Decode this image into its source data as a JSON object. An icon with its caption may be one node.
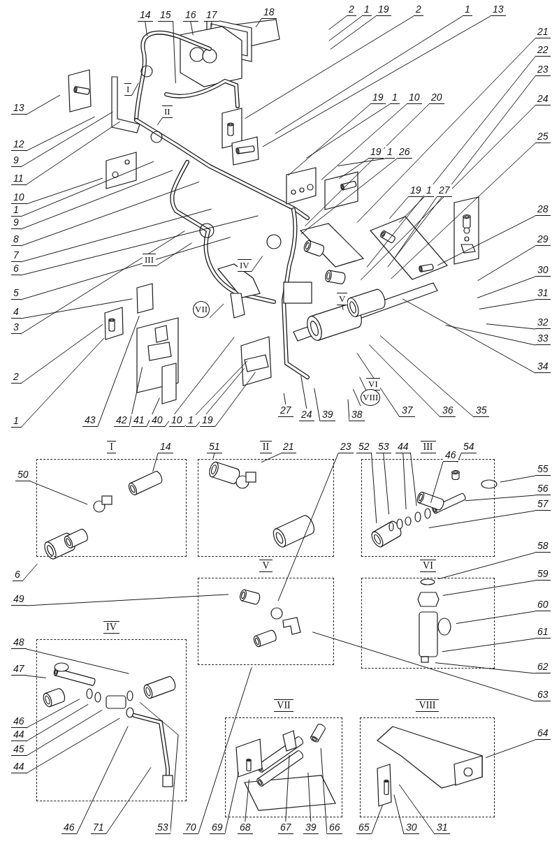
{
  "diagram": {
    "nodes": [
      {
        "text": [
          "14"
        ]
      },
      {
        "text": [
          "15"
        ]
      },
      {
        "text": [
          "16"
        ]
      },
      {
        "text": [
          "17"
        ]
      },
      {
        "text": [
          "18"
        ]
      },
      {
        "text": [
          "2"
        ]
      },
      {
        "text": [
          "1"
        ]
      },
      {
        "text": [
          "19"
        ]
      },
      {
        "text": [
          "2"
        ]
      },
      {
        "text": [
          "1"
        ]
      },
      {
        "text": [
          "13"
        ]
      },
      {
        "text": [
          "21"
        ]
      },
      {
        "text": [
          "22"
        ]
      },
      {
        "text": [
          "23"
        ]
      },
      {
        "text": [
          "24"
        ]
      },
      {
        "text": [
          "25"
        ]
      },
      {
        "text": [
          "28"
        ]
      },
      {
        "text": [
          "19"
        ]
      },
      {
        "text": [
          "1"
        ]
      },
      {
        "text": [
          "10"
        ]
      },
      {
        "text": [
          "20"
        ]
      },
      {
        "text": [
          "19"
        ]
      },
      {
        "text": [
          "1"
        ]
      },
      {
        "text": [
          "26"
        ]
      },
      {
        "text": [
          "19"
        ]
      },
      {
        "text": [
          "1"
        ]
      },
      {
        "text": [
          "27"
        ]
      },
      {
        "text": [
          "29"
        ]
      },
      {
        "text": [
          "30"
        ]
      },
      {
        "text": [
          "31"
        ]
      },
      {
        "text": [
          "32"
        ]
      },
      {
        "text": [
          "33"
        ]
      },
      {
        "text": [
          "34"
        ]
      },
      {
        "text": [
          "35"
        ]
      },
      {
        "text": [
          "36"
        ]
      },
      {
        "text": [
          "37"
        ]
      },
      {
        "text": [
          "38"
        ]
      },
      {
        "text": [
          "39"
        ]
      },
      {
        "text": [
          "24"
        ]
      },
      {
        "text": [
          "27"
        ]
      },
      {
        "text": [
          "13"
        ]
      },
      {
        "text": [
          "12"
        ]
      },
      {
        "text": [
          "9"
        ]
      },
      {
        "text": [
          "11"
        ]
      },
      {
        "text": [
          "10"
        ]
      },
      {
        "text": [
          "1"
        ]
      },
      {
        "text": [
          "9"
        ]
      },
      {
        "text": [
          "8"
        ]
      },
      {
        "text": [
          "7"
        ]
      },
      {
        "text": [
          "6"
        ]
      },
      {
        "text": [
          "5"
        ]
      },
      {
        "text": [
          "4"
        ]
      },
      {
        "text": [
          "3"
        ]
      },
      {
        "text": [
          "2"
        ]
      },
      {
        "text": [
          "1"
        ]
      },
      {
        "text": [
          "43"
        ]
      },
      {
        "text": [
          "42"
        ]
      },
      {
        "text": [
          "41"
        ]
      },
      {
        "text": [
          "40"
        ]
      },
      {
        "text": [
          "10"
        ]
      },
      {
        "text": [
          "1"
        ]
      },
      {
        "text": [
          "19"
        ]
      },
      {
        "text": [
          "I"
        ]
      },
      {
        "text": [
          "II"
        ]
      },
      {
        "text": [
          "III"
        ]
      },
      {
        "text": [
          "IV"
        ]
      },
      {
        "text": [
          "V"
        ]
      },
      {
        "text": [
          "VI"
        ]
      },
      {
        "text": [
          "VII"
        ]
      },
      {
        "text": [
          "VIII"
        ]
      },
      {
        "text": [
          "I"
        ]
      },
      {
        "text": [
          "50"
        ]
      },
      {
        "text": [
          "14"
        ]
      },
      {
        "text": [
          "6"
        ]
      },
      {
        "text": [
          "II"
        ]
      },
      {
        "text": [
          "51"
        ]
      },
      {
        "text": [
          "21"
        ]
      },
      {
        "text": [
          "23"
        ]
      },
      {
        "text": [
          "III"
        ]
      },
      {
        "text": [
          "52"
        ]
      },
      {
        "text": [
          "53"
        ]
      },
      {
        "text": [
          "44"
        ]
      },
      {
        "text": [
          "46"
        ]
      },
      {
        "text": [
          "54"
        ]
      },
      {
        "text": [
          "55"
        ]
      },
      {
        "text": [
          "56"
        ]
      },
      {
        "text": [
          "57"
        ]
      },
      {
        "text": [
          "V"
        ]
      },
      {
        "text": [
          "49"
        ]
      },
      {
        "text": [
          "63"
        ]
      },
      {
        "text": [
          "70"
        ]
      },
      {
        "text": [
          "VI"
        ]
      },
      {
        "text": [
          "58"
        ]
      },
      {
        "text": [
          "59"
        ]
      },
      {
        "text": [
          "60"
        ]
      },
      {
        "text": [
          "61"
        ]
      },
      {
        "text": [
          "62"
        ]
      },
      {
        "text": [
          "IV"
        ]
      },
      {
        "text": [
          "48"
        ]
      },
      {
        "text": [
          "47"
        ]
      },
      {
        "text": [
          "46"
        ]
      },
      {
        "text": [
          "44"
        ]
      },
      {
        "text": [
          "45"
        ]
      },
      {
        "text": [
          "44"
        ]
      },
      {
        "text": [
          "46"
        ]
      },
      {
        "text": [
          "71"
        ]
      },
      {
        "text": [
          "53"
        ]
      },
      {
        "text": [
          "VII"
        ]
      },
      {
        "text": [
          "69"
        ]
      },
      {
        "text": [
          "68"
        ]
      },
      {
        "text": [
          "67"
        ]
      },
      {
        "text": [
          "39"
        ]
      },
      {
        "text": [
          "66"
        ]
      },
      {
        "text": [
          "VIII"
        ]
      },
      {
        "text": [
          "64"
        ]
      },
      {
        "text": [
          "65"
        ]
      },
      {
        "text": [
          "30"
        ]
      },
      {
        "text": [
          "31"
        ]
      }
    ],
    "edges": [
      {
        "from": 0,
        "to": null,
        "arrow": "none"
      },
      {
        "from": 1,
        "to": null,
        "arrow": "none"
      },
      {
        "from": 2,
        "to": null,
        "arrow": "none"
      },
      {
        "from": 3,
        "to": null,
        "arrow": "none"
      },
      {
        "from": 4,
        "to": null,
        "arrow": "none"
      },
      {
        "from": 5,
        "to": null,
        "arrow": "none"
      },
      {
        "from": 6,
        "to": null,
        "arrow": "none"
      },
      {
        "from": 7,
        "to": null,
        "arrow": "none"
      },
      {
        "from": 8,
        "to": null,
        "arrow": "none"
      },
      {
        "from": 9,
        "to": null,
        "arrow": "none"
      },
      {
        "from": 10,
        "to": null,
        "arrow": "none"
      },
      {
        "from": 11,
        "to": null,
        "arrow": "none"
      },
      {
        "from": 12,
        "to": null,
        "arrow": "none"
      },
      {
        "from": 13,
        "to": null,
        "arrow": "none"
      },
      {
        "from": 14,
        "to": null,
        "arrow": "none"
      },
      {
        "from": 15,
        "to": null,
        "arrow": "none"
      },
      {
        "from": 16,
        "to": null,
        "arrow": "none"
      },
      {
        "from": 17,
        "to": null,
        "arrow": "none"
      },
      {
        "from": 18,
        "to": null,
        "arrow": "none"
      },
      {
        "from": 19,
        "to": null,
        "arrow": "none"
      },
      {
        "from": 20,
        "to": null,
        "arrow": "none"
      },
      {
        "from": 21,
        "to": null,
        "arrow": "none"
      },
      {
        "from": 22,
        "to": null,
        "arrow": "none"
      },
      {
        "from": 23,
        "to": null,
        "arrow": "none"
      },
      {
        "from": 24,
        "to": null,
        "arrow": "none"
      },
      {
        "from": 25,
        "to": null,
        "arrow": "none"
      },
      {
        "from": 26,
        "to": null,
        "arrow": "none"
      },
      {
        "from": 27,
        "to": null,
        "arrow": "none"
      },
      {
        "from": 28,
        "to": null,
        "arrow": "none"
      },
      {
        "from": 29,
        "to": null,
        "arrow": "none"
      },
      {
        "from": 30,
        "to": null,
        "arrow": "none"
      },
      {
        "from": 31,
        "to": null,
        "arrow": "none"
      },
      {
        "from": 32,
        "to": null,
        "arrow": "none"
      },
      {
        "from": 33,
        "to": null,
        "arrow": "none"
      },
      {
        "from": 34,
        "to": null,
        "arrow": "none"
      },
      {
        "from": 35,
        "to": null,
        "arrow": "none"
      },
      {
        "from": 36,
        "to": null,
        "arrow": "none"
      },
      {
        "from": 37,
        "to": null,
        "arrow": "none"
      },
      {
        "from": 38,
        "to": null,
        "arrow": "none"
      },
      {
        "from": 39,
        "to": null,
        "arrow": "none"
      },
      {
        "from": 40,
        "to": null,
        "arrow": "none"
      },
      {
        "from": 41,
        "to": null,
        "arrow": "none"
      },
      {
        "from": 42,
        "to": null,
        "arrow": "none"
      },
      {
        "from": 43,
        "to": null,
        "arrow": "none"
      },
      {
        "from": 44,
        "to": null,
        "arrow": "none"
      },
      {
        "from": 45,
        "to": null,
        "arrow": "none"
      },
      {
        "from": 46,
        "to": null,
        "arrow": "none"
      },
      {
        "from": 47,
        "to": null,
        "arrow": "none"
      },
      {
        "from": 48,
        "to": null,
        "arrow": "none"
      },
      {
        "from": 49,
        "to": null,
        "arrow": "none"
      },
      {
        "from": 50,
        "to": null,
        "arrow": "none"
      },
      {
        "from": 51,
        "to": null,
        "arrow": "none"
      },
      {
        "from": 52,
        "to": null,
        "arrow": "none"
      },
      {
        "from": 53,
        "to": null,
        "arrow": "none"
      },
      {
        "from": 54,
        "to": null,
        "arrow": "none"
      },
      {
        "from": 55,
        "to": null,
        "arrow": "none"
      },
      {
        "from": 56,
        "to": null,
        "arrow": "none"
      },
      {
        "from": 57,
        "to": null,
        "arrow": "none"
      },
      {
        "from": 58,
        "to": null,
        "arrow": "none"
      },
      {
        "from": 59,
        "to": null,
        "arrow": "none"
      },
      {
        "from": 60,
        "to": null,
        "arrow": "none"
      },
      {
        "from": 61,
        "to": null,
        "arrow": "none"
      },
      {
        "from": 62,
        "to": null,
        "arrow": "none"
      },
      {
        "from": 63,
        "to": null,
        "arrow": "none"
      },
      {
        "from": 64,
        "to": null,
        "arrow": "none"
      },
      {
        "from": 65,
        "to": null,
        "arrow": "none"
      },
      {
        "from": 66,
        "to": null,
        "arrow": "none"
      },
      {
        "from": 67,
        "to": null,
        "arrow": "none"
      },
      {
        "from": 68,
        "to": null,
        "arrow": "none"
      },
      {
        "from": 69,
        "to": null,
        "arrow": "none"
      },
      {
        "from": 71,
        "to": 70,
        "arrow": "none"
      },
      {
        "from": 72,
        "to": 70,
        "arrow": "none"
      },
      {
        "from": 73,
        "to": 70,
        "arrow": "none"
      },
      {
        "from": 75,
        "to": 74,
        "arrow": "none"
      },
      {
        "from": 76,
        "to": 74,
        "arrow": "none"
      },
      {
        "from": 77,
        "to": 87,
        "arrow": "none"
      },
      {
        "from": 79,
        "to": 78,
        "arrow": "none"
      },
      {
        "from": 80,
        "to": 78,
        "arrow": "none"
      },
      {
        "from": 81,
        "to": 78,
        "arrow": "none"
      },
      {
        "from": 81,
        "to": 78,
        "arrow": "none"
      },
      {
        "from": 82,
        "to": 78,
        "arrow": "none"
      },
      {
        "from": 83,
        "to": 78,
        "arrow": "none"
      },
      {
        "from": 84,
        "to": 78,
        "arrow": "none"
      },
      {
        "from": 85,
        "to": 78,
        "arrow": "none"
      },
      {
        "from": 86,
        "to": 78,
        "arrow": "none"
      },
      {
        "from": 88,
        "to": 87,
        "arrow": "none"
      },
      {
        "from": 89,
        "to": 87,
        "arrow": "none"
      },
      {
        "from": 90,
        "to": 87,
        "arrow": "none"
      },
      {
        "from": 92,
        "to": 91,
        "arrow": "none"
      },
      {
        "from": 93,
        "to": 91,
        "arrow": "none"
      },
      {
        "from": 94,
        "to": 91,
        "arrow": "none"
      },
      {
        "from": 95,
        "to": 91,
        "arrow": "none"
      },
      {
        "from": 96,
        "to": 91,
        "arrow": "none"
      },
      {
        "from": 98,
        "to": 97,
        "arrow": "none"
      },
      {
        "from": 99,
        "to": 97,
        "arrow": "none"
      },
      {
        "from": 100,
        "to": 97,
        "arrow": "none"
      },
      {
        "from": 101,
        "to": 97,
        "arrow": "none"
      },
      {
        "from": 102,
        "to": 97,
        "arrow": "none"
      },
      {
        "from": 103,
        "to": 97,
        "arrow": "none"
      },
      {
        "from": 104,
        "to": 97,
        "arrow": "none"
      },
      {
        "from": 105,
        "to": 97,
        "arrow": "none"
      },
      {
        "from": 106,
        "to": 97,
        "arrow": "none"
      },
      {
        "from": 108,
        "to": 107,
        "arrow": "none"
      },
      {
        "from": 109,
        "to": 107,
        "arrow": "none"
      },
      {
        "from": 110,
        "to": 107,
        "arrow": "none"
      },
      {
        "from": 111,
        "to": 107,
        "arrow": "none"
      },
      {
        "from": 112,
        "to": 107,
        "arrow": "none"
      },
      {
        "from": 114,
        "to": 113,
        "arrow": "none"
      },
      {
        "from": 115,
        "to": 113,
        "arrow": "none"
      },
      {
        "from": 116,
        "to": 113,
        "arrow": "none"
      },
      {
        "from": 117,
        "to": 113,
        "arrow": "none"
      }
    ]
  }
}
